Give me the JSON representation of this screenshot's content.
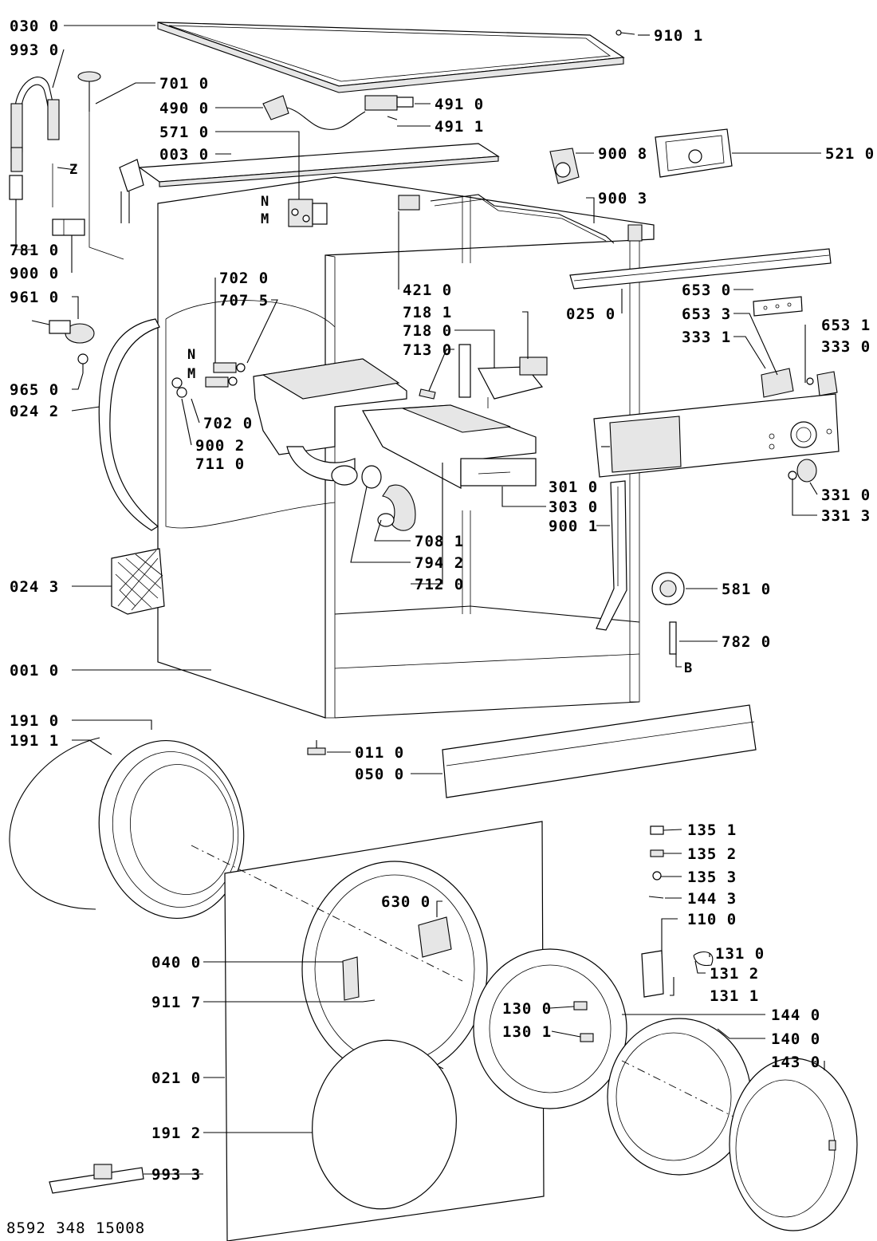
{
  "document_number": "8592 348 15008",
  "markers": {
    "N": "N",
    "M": "M",
    "Z": "Z",
    "B": "B"
  },
  "callouts": [
    {
      "id": "p0300",
      "text": "030 0"
    },
    {
      "id": "p9930",
      "text": "993 0"
    },
    {
      "id": "p7010",
      "text": "701 0"
    },
    {
      "id": "p4900",
      "text": "490 0"
    },
    {
      "id": "p5710",
      "text": "571 0"
    },
    {
      "id": "p0030",
      "text": "003 0"
    },
    {
      "id": "p7810",
      "text": "781 0"
    },
    {
      "id": "p9000",
      "text": "900 0"
    },
    {
      "id": "p9610",
      "text": "961 0"
    },
    {
      "id": "p9650",
      "text": "965 0"
    },
    {
      "id": "p0242",
      "text": "024 2"
    },
    {
      "id": "p7020a",
      "text": "702 0"
    },
    {
      "id": "p7075",
      "text": "707 5"
    },
    {
      "id": "p7020b",
      "text": "702 0"
    },
    {
      "id": "p9002",
      "text": "900 2"
    },
    {
      "id": "p7110",
      "text": "711 0"
    },
    {
      "id": "p0243",
      "text": "024 3"
    },
    {
      "id": "p0010",
      "text": "001 0"
    },
    {
      "id": "p9101",
      "text": "910 1"
    },
    {
      "id": "p4910",
      "text": "491 0"
    },
    {
      "id": "p4911",
      "text": "491 1"
    },
    {
      "id": "p9008",
      "text": "900 8"
    },
    {
      "id": "p5210",
      "text": "521 0"
    },
    {
      "id": "p9003",
      "text": "900 3"
    },
    {
      "id": "p4210",
      "text": "421 0"
    },
    {
      "id": "p0250",
      "text": "025 0"
    },
    {
      "id": "p6530",
      "text": "653 0"
    },
    {
      "id": "p6533",
      "text": "653 3"
    },
    {
      "id": "p3331",
      "text": "333 1"
    },
    {
      "id": "p6531",
      "text": "653 1"
    },
    {
      "id": "p3330",
      "text": "333 0"
    },
    {
      "id": "p7181",
      "text": "718 1"
    },
    {
      "id": "p7180",
      "text": "718 0"
    },
    {
      "id": "p7130",
      "text": "713 0"
    },
    {
      "id": "p3010",
      "text": "301 0"
    },
    {
      "id": "p3030",
      "text": "303 0"
    },
    {
      "id": "p9001",
      "text": "900 1"
    },
    {
      "id": "p3310",
      "text": "331 0"
    },
    {
      "id": "p3313",
      "text": "331 3"
    },
    {
      "id": "p7081",
      "text": "708 1"
    },
    {
      "id": "p7942",
      "text": "794 2"
    },
    {
      "id": "p7120",
      "text": "712 0"
    },
    {
      "id": "p5810",
      "text": "581 0"
    },
    {
      "id": "p7820",
      "text": "782 0"
    },
    {
      "id": "p1910",
      "text": "191 0"
    },
    {
      "id": "p1911",
      "text": "191 1"
    },
    {
      "id": "p0110",
      "text": "011 0"
    },
    {
      "id": "p0500",
      "text": "050 0"
    },
    {
      "id": "p1351",
      "text": "135 1"
    },
    {
      "id": "p1352",
      "text": "135 2"
    },
    {
      "id": "p1353",
      "text": "135 3"
    },
    {
      "id": "p1443",
      "text": "144 3"
    },
    {
      "id": "p1100",
      "text": "110 0"
    },
    {
      "id": "p1310",
      "text": "131 0"
    },
    {
      "id": "p1312",
      "text": "131 2"
    },
    {
      "id": "p1311",
      "text": "131 1"
    },
    {
      "id": "p6300",
      "text": "630 0"
    },
    {
      "id": "p0400",
      "text": "040 0"
    },
    {
      "id": "p9117",
      "text": "911 7"
    },
    {
      "id": "p1300",
      "text": "130 0"
    },
    {
      "id": "p1301",
      "text": "130 1"
    },
    {
      "id": "p1440",
      "text": "144 0"
    },
    {
      "id": "p1400",
      "text": "140 0"
    },
    {
      "id": "p1430",
      "text": "143 0"
    },
    {
      "id": "p0210",
      "text": "021 0"
    },
    {
      "id": "p1912",
      "text": "191 2"
    },
    {
      "id": "p9933",
      "text": "993 3"
    }
  ]
}
